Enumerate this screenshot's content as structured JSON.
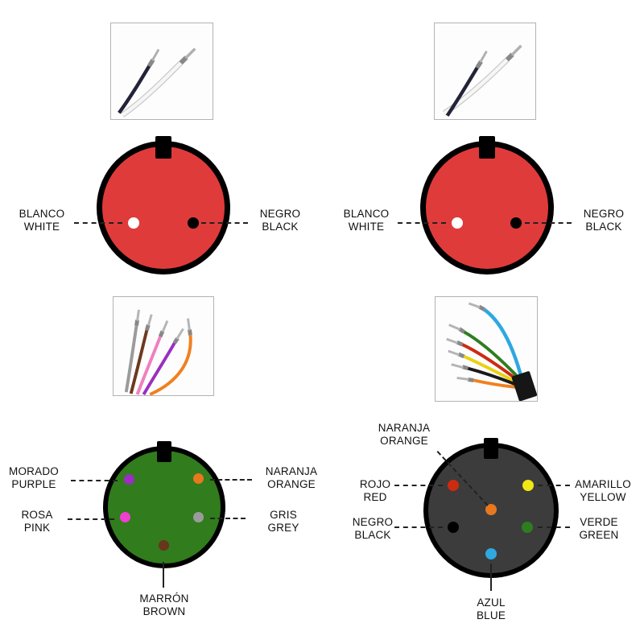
{
  "diagram": {
    "background": "#ffffff",
    "leader_line_color": "#222222",
    "connectors": [
      {
        "id": "two-pin-top-left",
        "shell_color": "#df3b3b",
        "pins": [
          {
            "color": "#ffffff",
            "label_line1": "BLANCO",
            "label_line2": "WHITE"
          },
          {
            "color": "#000000",
            "label_line1": "NEGRO",
            "label_line2": "BLACK"
          }
        ]
      },
      {
        "id": "two-pin-top-right",
        "shell_color": "#df3b3b",
        "pins": [
          {
            "color": "#ffffff",
            "label_line1": "BLANCO",
            "label_line2": "WHITE"
          },
          {
            "color": "#000000",
            "label_line1": "NEGRO",
            "label_line2": "BLACK"
          }
        ]
      },
      {
        "id": "five-pin-bottom-left",
        "shell_color": "#317c1d",
        "pins": [
          {
            "color": "#9a2fc0",
            "label_line1": "MORADO",
            "label_line2": "PURPLE"
          },
          {
            "color": "#e8781e",
            "label_line1": "NARANJA",
            "label_line2": "ORANGE"
          },
          {
            "color": "#ee3fd1",
            "label_line1": "ROSA",
            "label_line2": "PINK"
          },
          {
            "color": "#9b9b9b",
            "label_line1": "GRIS",
            "label_line2": "GREY"
          },
          {
            "color": "#68351d",
            "label_line1": "MARRÓN",
            "label_line2": "BROWN"
          }
        ]
      },
      {
        "id": "six-pin-bottom-right",
        "shell_color": "#3c3c3c",
        "pins": [
          {
            "color": "#e8781e",
            "label_line1": "NARANJA",
            "label_line2": "ORANGE"
          },
          {
            "color": "#cc2b10",
            "label_line1": "ROJO",
            "label_line2": "RED"
          },
          {
            "color": "#f0e715",
            "label_line1": "AMARILLO",
            "label_line2": "YELLOW"
          },
          {
            "color": "#000000",
            "label_line1": "NEGRO",
            "label_line2": "BLACK"
          },
          {
            "color": "#2e7d1f",
            "label_line1": "VERDE",
            "label_line2": "GREEN"
          },
          {
            "color": "#2fa8e0",
            "label_line1": "AZUL",
            "label_line2": "BLUE"
          }
        ]
      }
    ]
  }
}
